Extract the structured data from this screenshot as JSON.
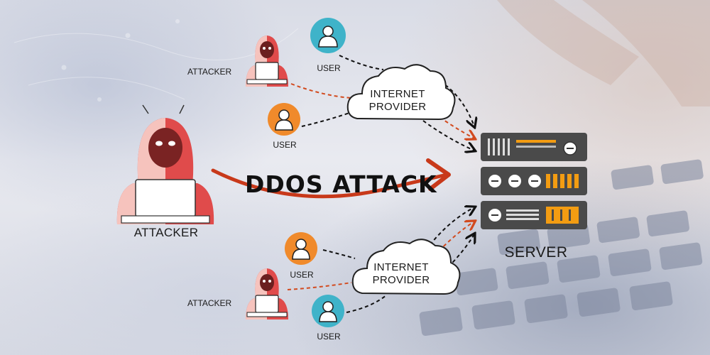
{
  "diagram": {
    "title": "DDOS ATTACK",
    "server_label": "SERVER",
    "attacker_main_label": "ATTACKER",
    "attacker_labels": [
      "ATTACKER",
      "ATTACKER"
    ],
    "user_labels": [
      "USER",
      "USER",
      "USER",
      "USER"
    ],
    "clouds": [
      {
        "line1": "INTERNET",
        "line2": "PROVIDER"
      },
      {
        "line1": "INTERNET",
        "line2": "PROVIDER"
      }
    ],
    "colors": {
      "attacker_red": "#e04b4b",
      "attacker_pink": "#f6c3bd",
      "user_teal": "#3fb3c9",
      "user_orange": "#f08a2b",
      "attack_line": "#d24a1e",
      "server_body": "#4a4a4a",
      "server_slot": "#f39c12"
    },
    "icons": [
      "attacker-icon",
      "user-icon",
      "cloud-icon",
      "server-icon",
      "arrow-icon"
    ]
  }
}
